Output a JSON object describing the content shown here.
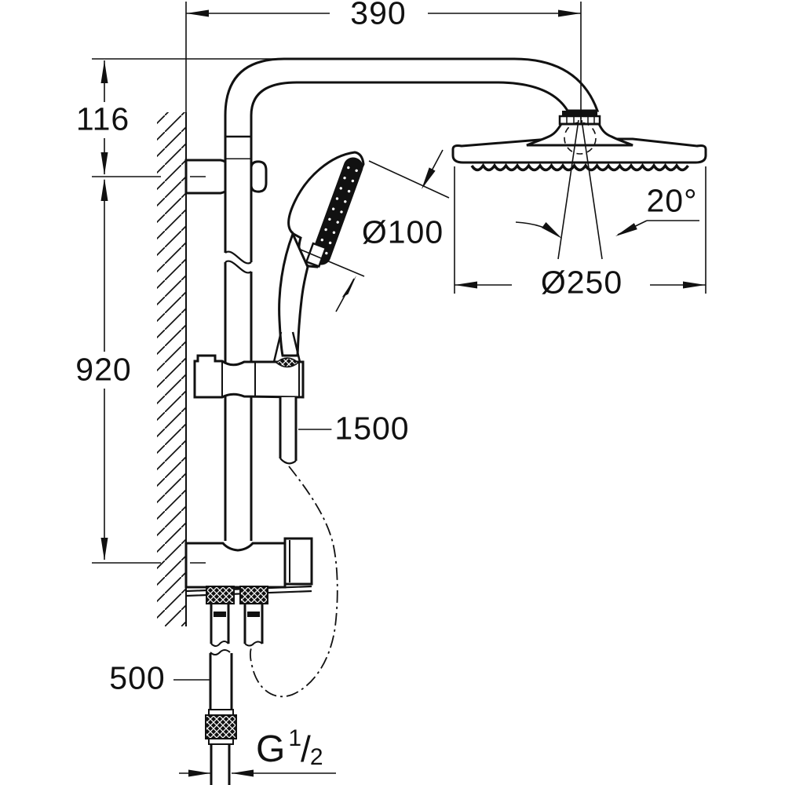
{
  "labels": {
    "top_width": "390",
    "arm_offset": "116",
    "rail_height": "920",
    "hand_shower_diameter": "Ø100",
    "head_shower_angle": "20°",
    "head_shower_diameter": "Ø250",
    "shower_hose_length": "1500",
    "supply_hose_length": "500",
    "thread": {
      "letter": "G",
      "numerator": "1",
      "slash": "/",
      "denominator": "2"
    }
  },
  "colors": {
    "ink": "#111111",
    "background": "#ffffff"
  }
}
